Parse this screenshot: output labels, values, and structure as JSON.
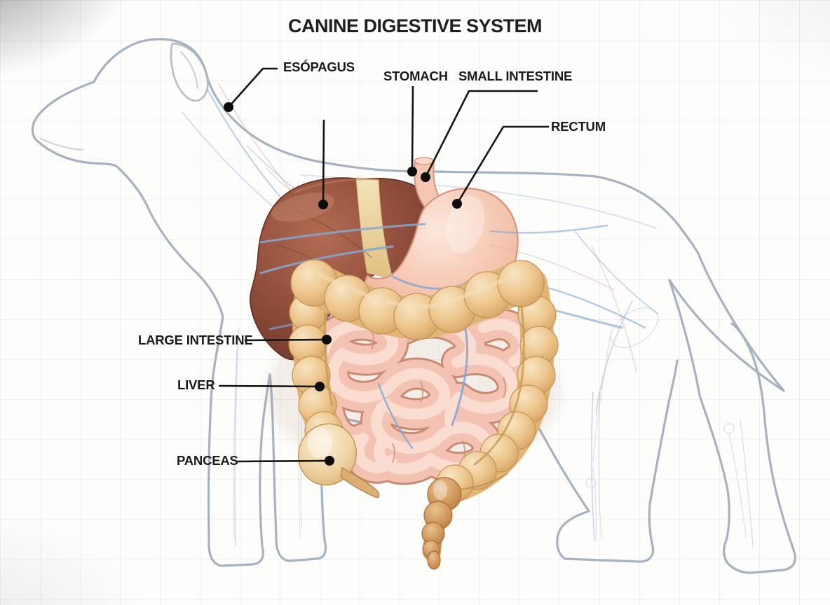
{
  "diagram": {
    "title": "CANINE DIGESTIVE SYSTEM",
    "labels": [
      {
        "id": "esophagus",
        "text": "ESÓPAGUS"
      },
      {
        "id": "stomach",
        "text": "STOMACH"
      },
      {
        "id": "small-intestine",
        "text": "SMALL INTESTINE"
      },
      {
        "id": "rectum",
        "text": "RECTUM"
      },
      {
        "id": "large-intestine",
        "text": "LARGE INTESTINE"
      },
      {
        "id": "liver",
        "text": "LIVER"
      },
      {
        "id": "pancreas",
        "text": "PANCEAS"
      }
    ],
    "colors": {
      "label_text": "#1b1b1b",
      "leader_line": "#141414",
      "dog_outline": "#a7b2c1",
      "vessel_blue": "#8fafd6",
      "vessel_red": "#d8a7a2",
      "liver": "#96523e",
      "liver_band": "#ecd8a6",
      "stomach": "#f4c3ae",
      "small_intestine": "#f3c2b2",
      "colon": "#e2b577",
      "cecum": "#f0d6a8",
      "rectum": "#cf975b",
      "background": "#fdfdfc"
    }
  }
}
